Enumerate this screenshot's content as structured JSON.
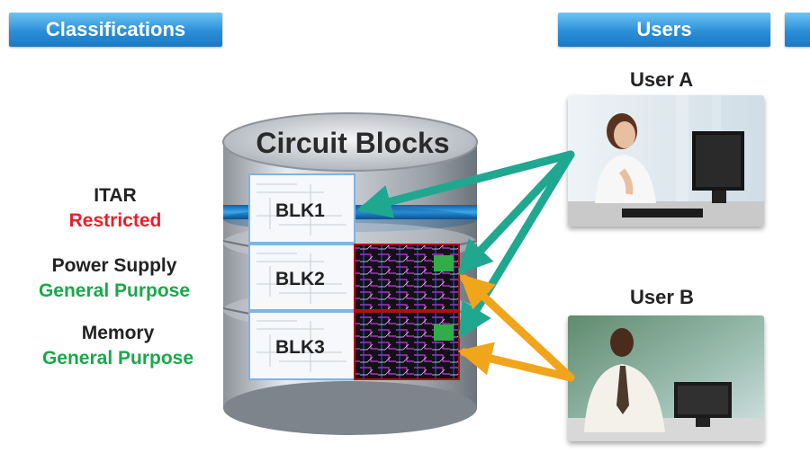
{
  "headers": {
    "classifications": "Classifications",
    "users": "Users"
  },
  "db_title": "Circuit Blocks",
  "blocks": [
    {
      "label": "BLK1",
      "name": "ITAR",
      "status": "Restricted",
      "status_color": "#e8202a"
    },
    {
      "label": "BLK2",
      "name": "Power Supply",
      "status": "General Purpose",
      "status_color": "#1aa84a"
    },
    {
      "label": "BLK3",
      "name": "Memory",
      "status": "General Purpose",
      "status_color": "#1aa84a"
    }
  ],
  "users": [
    {
      "label": "User A"
    },
    {
      "label": "User B"
    }
  ],
  "colors": {
    "header_blue": "#2a8fd8",
    "arrow_user_a": "#1fa88f",
    "arrow_user_b": "#f0a51a"
  }
}
